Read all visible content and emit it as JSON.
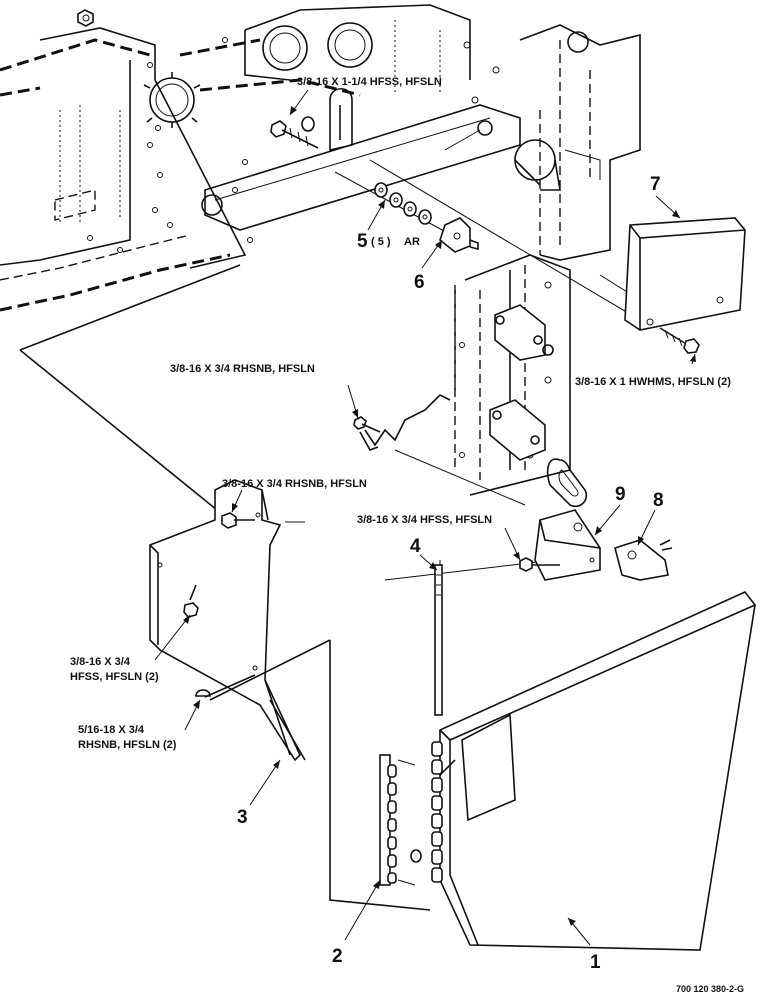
{
  "diagram": {
    "callouts": {
      "hfss_1_1_4": "3/8-16 X 1-1/4 HFSS, HFSLN",
      "rhsnb_upper": "3/8-16 X 3/4 RHSNB, HFSLN",
      "hwhms": "3/8-16 X 1 HWHMS, HFSLN (2)",
      "rhsnb_lower": "3/8-16 X 3/4 RHSNB, HFSLN",
      "hfss_3_4": "3/8-16 X 3/4 HFSS, HFSLN",
      "hfss_2_line1": "3/8-16 X 3/4",
      "hfss_2_line2": "HFSS, HFSLN (2)",
      "rhsnb_2_line1": "5/16-18 X 3/4",
      "rhsnb_2_line2": "RHSNB, HFSLN (2)"
    },
    "items": {
      "n1": "1",
      "n2": "2",
      "n3": "3",
      "n4": "4",
      "n5": "5",
      "n5_qty": "( 5 )",
      "n5_ar": "AR",
      "n6": "6",
      "n7": "7",
      "n8": "8",
      "n9": "9"
    },
    "reference": "700 120 380-2-G"
  }
}
